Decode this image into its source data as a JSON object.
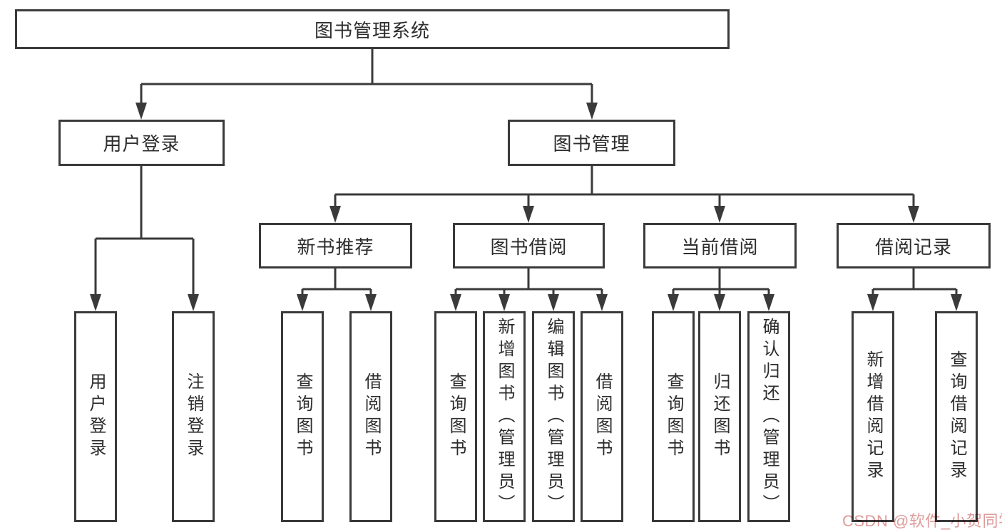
{
  "tree": {
    "root": {
      "label": "图书管理系统"
    },
    "branches": [
      {
        "label": "用户登录",
        "children": [
          {
            "label": "用户登录"
          },
          {
            "label": "注销登录"
          }
        ]
      },
      {
        "label": "图书管理",
        "sections": [
          {
            "label": "新书推荐",
            "children": [
              {
                "label": "查询图书"
              },
              {
                "label": "借阅图书"
              }
            ]
          },
          {
            "label": "图书借阅",
            "children": [
              {
                "label": "查询图书"
              },
              {
                "label": "新增图书（管理员）"
              },
              {
                "label": "编辑图书（管理员）"
              },
              {
                "label": "借阅图书"
              }
            ]
          },
          {
            "label": "当前借阅",
            "children": [
              {
                "label": "查询图书"
              },
              {
                "label": "归还图书"
              },
              {
                "label": "确认归还（管理员）"
              }
            ]
          },
          {
            "label": "借阅记录",
            "children": [
              {
                "label": "新增借阅记录"
              },
              {
                "label": "查询借阅记录"
              }
            ]
          }
        ]
      }
    ]
  },
  "watermark": {
    "text": "CSDN @软件_小贺同学"
  },
  "colors": {
    "line": "#3a3a3a",
    "text": "#2d2d2d",
    "watermark": "#de9a9a",
    "background": "#ffffff"
  }
}
